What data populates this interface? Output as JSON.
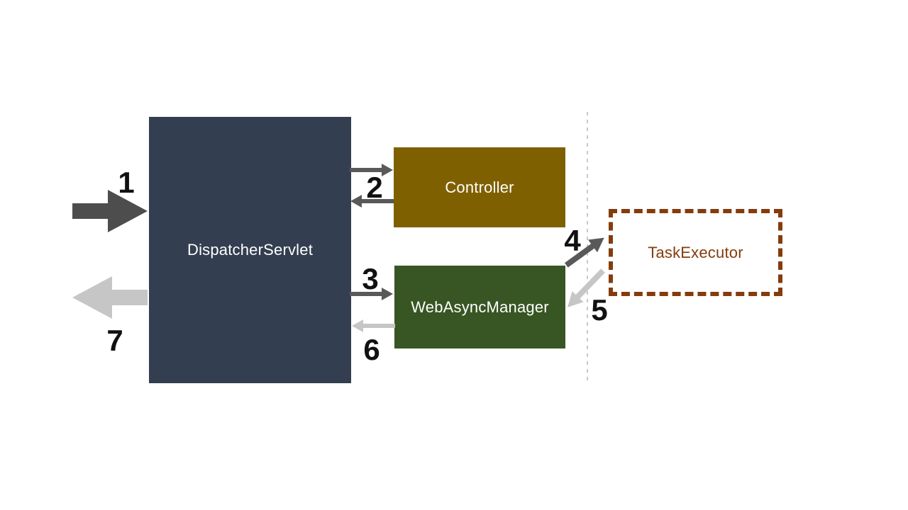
{
  "colors": {
    "canvas_bg": "#FFFFFF",
    "node_dispatcher": "#333F50",
    "node_controller": "#7F6000",
    "node_web_async": "#375623",
    "node_text": "#FFFFFF",
    "task_executor_border": "#843C0C",
    "task_executor_text": "#843C0C",
    "arrow_dark_big": "#4D4D4D",
    "arrow_dark": "#595959",
    "arrow_light": "#C6C6C6",
    "step_number": "#111111",
    "boundary_line": "#C9C9C9"
  },
  "nodes": {
    "dispatcher": {
      "label": "DispatcherServlet"
    },
    "controller": {
      "label": "Controller"
    },
    "web_async_manager": {
      "label": "WebAsyncManager"
    },
    "task_executor": {
      "label": "TaskExecutor"
    }
  },
  "steps": [
    {
      "number": "1",
      "tone": "dark",
      "direction": "right"
    },
    {
      "number": "2",
      "tone": "dark",
      "direction": "right-and-left"
    },
    {
      "number": "3",
      "tone": "dark",
      "direction": "right"
    },
    {
      "number": "4",
      "tone": "dark",
      "direction": "up-right"
    },
    {
      "number": "5",
      "tone": "light",
      "direction": "down-left"
    },
    {
      "number": "6",
      "tone": "light",
      "direction": "left"
    },
    {
      "number": "7",
      "tone": "light",
      "direction": "left"
    }
  ]
}
